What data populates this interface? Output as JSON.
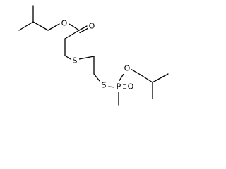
{
  "atom_labels": {
    "ester_oxygen": "O",
    "carbonyl_oxygen": "O",
    "thioether_sulfur": "S",
    "thiol_sulfur": "S",
    "phosphorus": "P",
    "phosphoryl_oxygen": "O",
    "alkoxy_oxygen": "O"
  },
  "colors": {
    "bond": "#000000",
    "label": "#000000",
    "background": "#ffffff"
  }
}
